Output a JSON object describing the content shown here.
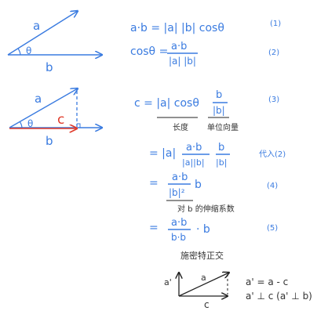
{
  "figure1": {
    "vec_a": "a",
    "vec_b": "b",
    "angle": "θ"
  },
  "figure2": {
    "vec_a": "a",
    "vec_b": "b",
    "vec_c": "c",
    "angle": "θ"
  },
  "figure3": {
    "a_prime": "a'",
    "a": "a",
    "c": "c"
  },
  "equations": {
    "eq1": {
      "text": "a·b = |a| |b| cosθ",
      "tag": "(1)"
    },
    "eq2": {
      "lhs": "cosθ =",
      "num": "a·b",
      "den": "|a| |b|",
      "tag": "(2)"
    },
    "eq3": {
      "lhs": "c = |a| cosθ",
      "num": "b",
      "den": "|b|",
      "tag": "(3)"
    },
    "eq3_notes": {
      "length": "长度",
      "unit": "单位向量"
    },
    "eq4": {
      "lhs": "= |a|",
      "num1": "a·b",
      "den1": "|a||b|",
      "num2": "b",
      "den2": "|b|",
      "tag": "代入(2)"
    },
    "eq5": {
      "lhs": "=",
      "num": "a·b",
      "den": "|b|²",
      "rhs": "b",
      "tag": "(4)"
    },
    "eq5_note": "对 b 的伸缩系数",
    "eq6": {
      "lhs": "=",
      "num": "a·b",
      "den": "b·b",
      "rhs": "· b",
      "tag": "(5)"
    },
    "eq6_note": "施密特正交",
    "ortho1": "a' = a - c",
    "ortho2": "a' ⊥ c  (a' ⊥ b)"
  }
}
